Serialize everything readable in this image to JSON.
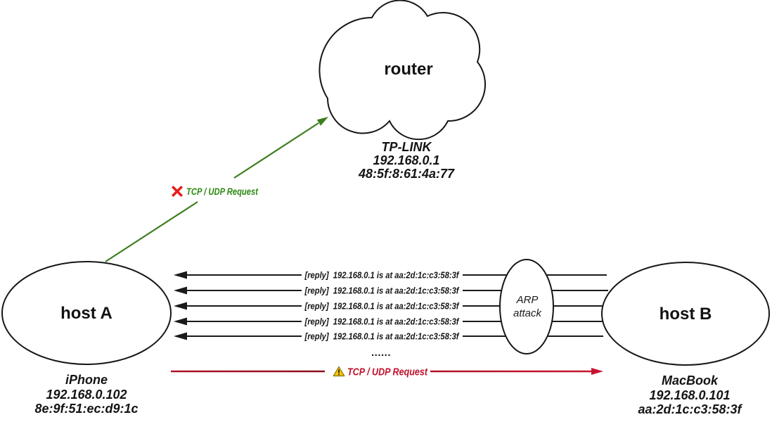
{
  "title": "ARP spoofing network diagram",
  "router": {
    "label": "router",
    "name": "TP-LINK",
    "ip": "192.168.0.1",
    "mac": "48:5f:8:61:4a:77"
  },
  "host_a": {
    "label": "host A",
    "name": "iPhone",
    "ip": "192.168.0.102",
    "mac": "8e:9f:51:ec:d9:1c"
  },
  "host_b": {
    "label": "host B",
    "name": "MacBook",
    "ip": "192.168.0.101",
    "mac": "aa:2d:1c:c3:58:3f"
  },
  "attack_node": {
    "line1": "ARP",
    "line2": "attack"
  },
  "blocked_request": {
    "icon": "x-mark",
    "label": "TCP / UDP Request"
  },
  "hijacked_request": {
    "icon": "warning-triangle",
    "label": "TCP / UDP Request"
  },
  "arp_replies": {
    "items": [
      "[reply]  192.168.0.1 is at aa:2d:1c:c3:58:3f",
      "[reply]  192.168.0.1 is at aa:2d:1c:c3:58:3f",
      "[reply]  192.168.0.1 is at aa:2d:1c:c3:58:3f",
      "[reply]  192.168.0.1 is at aa:2d:1c:c3:58:3f",
      "[reply]  192.168.0.1 is at aa:2d:1c:c3:58:3f"
    ],
    "ellipsis": "......"
  },
  "colors": {
    "line_black": "#1a1a1a",
    "green_line": "#3c7d1d",
    "green_text": "#2c8a12",
    "x_mark_red": "#e51d1d",
    "crimson_text": "#bf1129",
    "crimson_arrow": "#c81331",
    "warning_yellow": "#f3c512"
  }
}
